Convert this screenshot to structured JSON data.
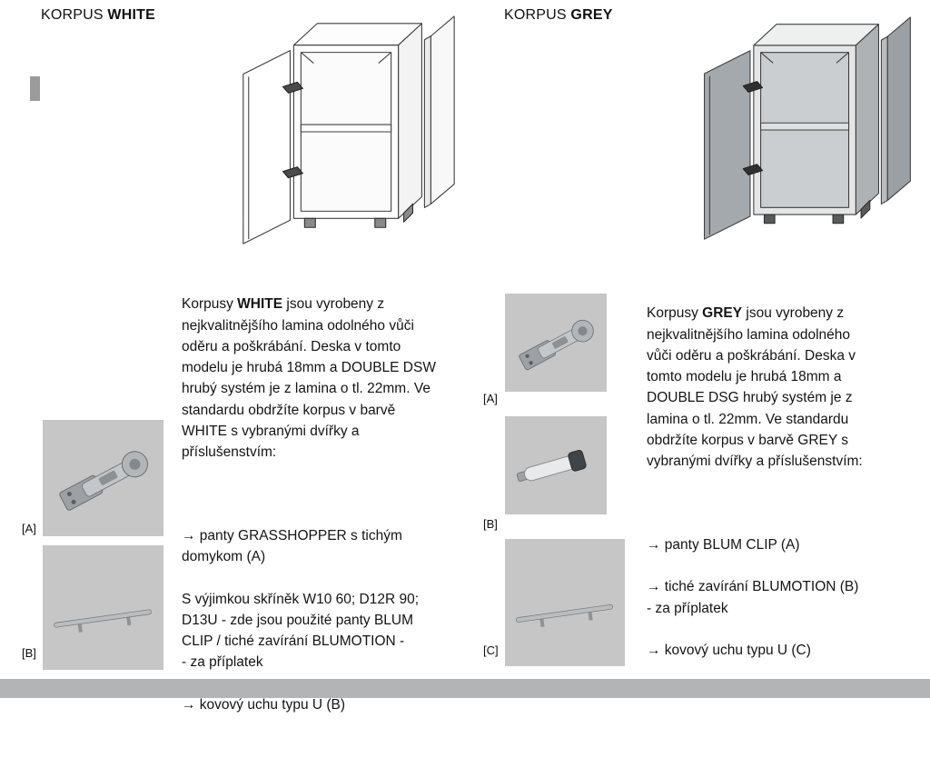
{
  "colors": {
    "page_background": "#ffffff",
    "figure_background": "#c6c6c6",
    "grey_door": "#a4a9ad",
    "bottom_bar": "#b2b4b5"
  },
  "left": {
    "heading_prefix": "KORPUS ",
    "heading_brand": "WHITE",
    "paragraph_lead": "Korpusy ",
    "paragraph_brand": "WHITE",
    "paragraph_rest": " jsou vyrobeny z\nnejkvalitnějšího lamina odolného vůči\noděru a poškrábání. Deska v tomto\nmodelu je hrubá 18mm a DOUBLE DSW\nhrubý systém je z lamina o tl. 22mm. Ve\nstandardu obdržíte korpus v barvě\nWHITE s vybranými dvířky a\npříslušenstvím:",
    "items": [
      "→ panty GRASSHOPPER s tichým\ndomykom (A)",
      "S výjimkou skříněk W10 60; D12R 90;\nD13U - zde jsou použité panty BLUM\nCLIP / tiché zavírání BLUMOTION -\n - za příplatek",
      "→ kovový uchu typu U (B)"
    ],
    "figures": [
      {
        "label": "[A]",
        "icon": "hinge-photo"
      },
      {
        "label": "[B]",
        "icon": "handle-photo"
      }
    ]
  },
  "right": {
    "heading_prefix": "KORPUS ",
    "heading_brand": "GREY",
    "paragraph_lead": "Korpusy ",
    "paragraph_brand": "GREY",
    "paragraph_rest": " jsou vyrobeny z\nnejkvalitnějšího lamina odolného\nvůči oděru a poškrábání. Deska v\ntomto modelu je hrubá 18mm a\nDOUBLE DSG hrubý systém je z\nlamina o tl. 22mm. Ve standardu\nobdržíte korpus v barvě GREY s\nvybranými dvířky a příslušenstvím:",
    "items": [
      "→ panty BLUM CLIP (A)",
      "→ tiché zavírání BLUMOTION (B)\n    - za příplatek",
      "→ kovový uchu typu U (C)"
    ],
    "figures": [
      {
        "label": "[A]",
        "icon": "hinge-photo"
      },
      {
        "label": "[B]",
        "icon": "damper-photo"
      },
      {
        "label": "[C]",
        "icon": "handle-photo"
      }
    ]
  }
}
